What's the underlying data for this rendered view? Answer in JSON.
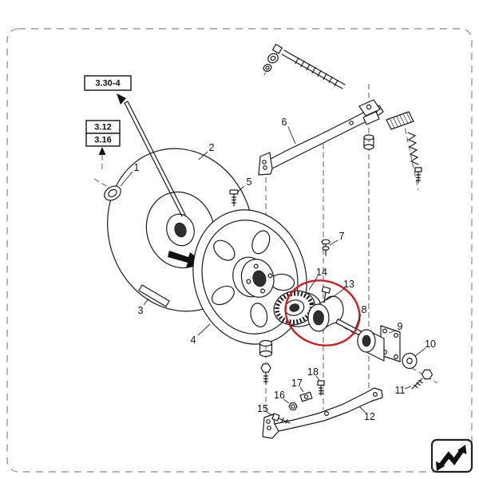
{
  "diagram": {
    "type": "exploded-parts-diagram",
    "page_references": {
      "ref_main": "3.30-4",
      "ref_a": "3.12",
      "ref_b": "3.16"
    },
    "callouts": {
      "c1": "1",
      "c2": "2",
      "c3": "3",
      "c4": "4",
      "c5": "5",
      "c6": "6",
      "c7": "7",
      "c8": "8",
      "c9": "9",
      "c10": "10",
      "c11": "11",
      "c12": "12",
      "c13": "13",
      "c14": "14",
      "c15": "15",
      "c16": "16",
      "c17": "17",
      "c18": "18"
    },
    "colors": {
      "line": "#1a1a1a",
      "highlight": "#cc2020",
      "frame": "#9b9b9b"
    },
    "icons": {
      "logo": "zigzag-arrow-icon"
    }
  }
}
